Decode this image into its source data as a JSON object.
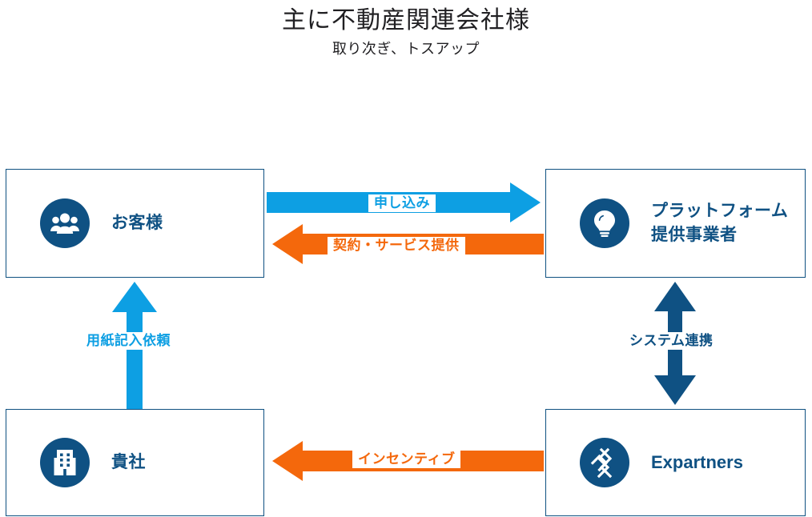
{
  "title": {
    "main": "主に不動産関連会社様",
    "sub": "取り次ぎ、トスアップ"
  },
  "colors": {
    "navy": "#0f5183",
    "blue": "#0d9fe3",
    "orange": "#f4680c",
    "box_border": "#0f5181",
    "background": "#ffffff",
    "title_text": "#201f22"
  },
  "nodes": [
    {
      "id": "customer",
      "label": "お客様",
      "icon": "people-group-icon",
      "position": "top-left"
    },
    {
      "id": "platform",
      "label": "プラットフォーム\n提供事業者",
      "icon": "lightbulb-icon",
      "position": "top-right"
    },
    {
      "id": "your-company",
      "label": "貴社",
      "icon": "building-icon",
      "position": "bottom-left"
    },
    {
      "id": "expartners",
      "label": "Expartners",
      "icon": "expartners-logo-icon",
      "position": "bottom-right"
    }
  ],
  "arrows": [
    {
      "id": "apply",
      "label": "申し込み",
      "color": "#0d9fe3",
      "direction": "right",
      "from": "customer",
      "to": "platform"
    },
    {
      "id": "contract-service",
      "label": "契約・サービス提供",
      "color": "#f4680c",
      "direction": "left",
      "from": "platform",
      "to": "customer"
    },
    {
      "id": "paper-request",
      "label": "用紙記入依頼",
      "color": "#0d9fe3",
      "direction": "up",
      "from": "your-company",
      "to": "customer"
    },
    {
      "id": "system-link",
      "label": "システム連携",
      "color": "#0f5183",
      "direction": "both-vertical",
      "from": "platform",
      "to": "expartners"
    },
    {
      "id": "incentive",
      "label": "インセンティブ",
      "color": "#f4680c",
      "direction": "left",
      "from": "expartners",
      "to": "your-company"
    }
  ]
}
